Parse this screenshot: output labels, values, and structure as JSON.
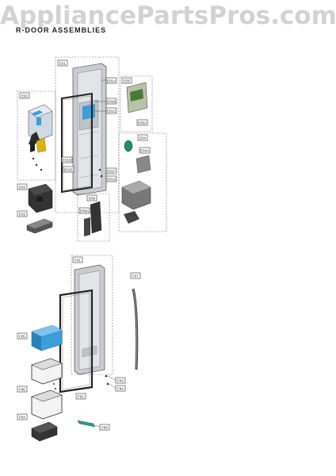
{
  "watermark": "AppliancePartsPros.com",
  "title": "R-DOOR ASSEMBLIES",
  "labels": {
    "e01": "E01",
    "e02": "E02",
    "e03": "E03",
    "e04": "E04",
    "e05": "E05",
    "e06": "E06",
    "e01a": "E01A",
    "e01b": "E01B",
    "e01c": "E01C",
    "e01d": "E01D",
    "e01e": "E01E",
    "e01f": "E01F",
    "e01g": "E01G",
    "e04a": "E04A",
    "e05a": "E05A",
    "e06a": "E06A",
    "f01": "F01",
    "f02": "F02",
    "f03": "F03",
    "f04": "F04",
    "f05": "F05",
    "f06": "F06",
    "f07": "F07",
    "f08": "F08"
  },
  "colors": {
    "watermark": "#d2d2d2",
    "part_blue": "#3a9fd8",
    "part_dark": "#2b2b2b",
    "part_grey": "#9a9a9a"
  }
}
